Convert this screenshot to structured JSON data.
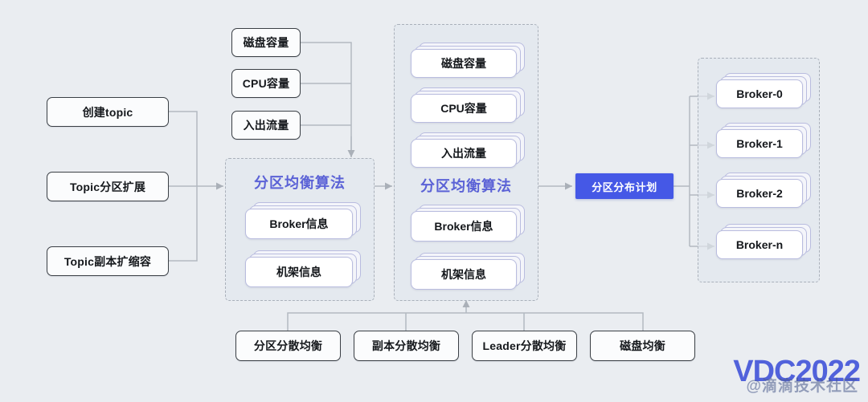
{
  "background_color": "#eaedf1",
  "accent_color": "#4558e6",
  "title_color": "#5b62d6",
  "inputs": {
    "items": [
      {
        "label": "创建topic"
      },
      {
        "label": "Topic分区扩展"
      },
      {
        "label": "Topic副本扩缩容"
      }
    ]
  },
  "metrics_left": {
    "items": [
      {
        "label": "磁盘容量"
      },
      {
        "label": "CPU容量"
      },
      {
        "label": "入出流量"
      }
    ]
  },
  "algo_group_1": {
    "title": "分区均衡算法",
    "cards": [
      {
        "label": "Broker信息"
      },
      {
        "label": "机架信息"
      }
    ]
  },
  "algo_group_2": {
    "title": "分区均衡算法",
    "metric_cards": [
      {
        "label": "磁盘容量"
      },
      {
        "label": "CPU容量"
      },
      {
        "label": "入出流量"
      }
    ],
    "cards": [
      {
        "label": "Broker信息"
      },
      {
        "label": "机架信息"
      }
    ]
  },
  "plan_button": {
    "label": "分区分布计划"
  },
  "brokers": {
    "items": [
      {
        "label": "Broker-0"
      },
      {
        "label": "Broker-1"
      },
      {
        "label": "Broker-2"
      },
      {
        "label": "Broker-n"
      }
    ]
  },
  "strategies": {
    "items": [
      {
        "label": "分区分散均衡"
      },
      {
        "label": "副本分散均衡"
      },
      {
        "label": "Leader分散均衡"
      },
      {
        "label": "磁盘均衡"
      }
    ]
  },
  "watermark": {
    "main": "VDC2022",
    "sub": "@滴滴技术社区"
  }
}
